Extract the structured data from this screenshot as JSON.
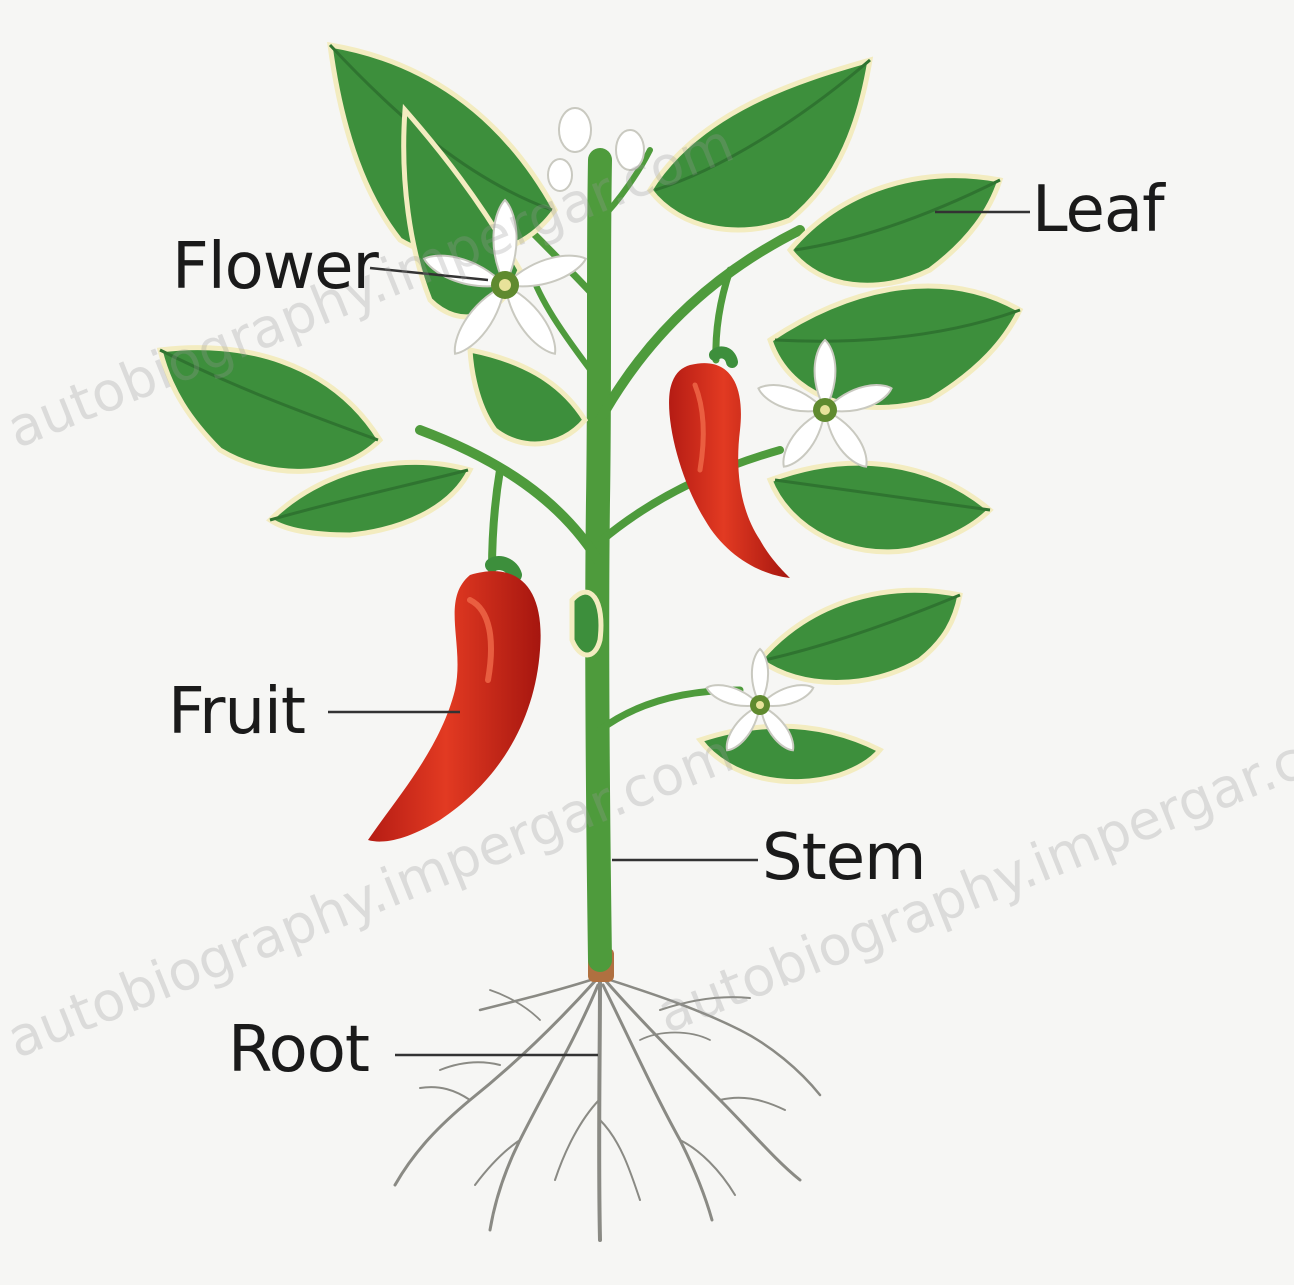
{
  "labels": {
    "flower": "Flower",
    "leaf": "Leaf",
    "fruit": "Fruit",
    "stem": "Stem",
    "root": "Root"
  },
  "watermark": {
    "line1": "autobiography.impergar.com",
    "line2": "autobiography.impergar.com",
    "line3": "autobiography.impergar.com"
  },
  "colors": {
    "background": "#f6f6f4",
    "leaf": "#3d8f3c",
    "leaf_dark": "#2f7430",
    "leaf_outline": "#f3ecc0",
    "stem": "#4e9b3c",
    "fruit": "#d0261c",
    "fruit_highlight": "#ee5a3c",
    "flower": "#ffffff",
    "flower_center": "#5f8a2f",
    "root": "#8a8a84",
    "root_collar": "#b07040",
    "label_text": "#1a1a1a",
    "leader_line": "#333333"
  }
}
